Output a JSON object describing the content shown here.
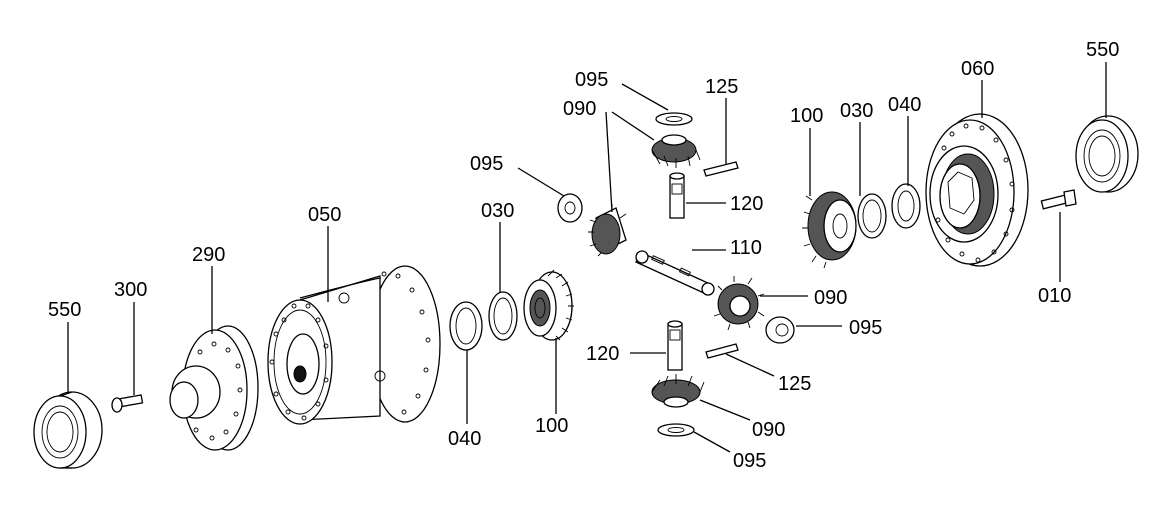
{
  "labels": {
    "l550_left": "550",
    "l300": "300",
    "l290": "290",
    "l050": "050",
    "l030_a": "030",
    "l040_a": "040",
    "l100_a": "100",
    "l095_a": "095",
    "l095_top": "095",
    "l090_top": "090",
    "l125_top": "125",
    "l120_top": "120",
    "l110": "110",
    "l090_right": "090",
    "l095_right": "095",
    "l120_bottom": "120",
    "l125_bottom": "125",
    "l090_bottom": "090",
    "l095_bottom": "095",
    "l100_b": "100",
    "l030_b": "030",
    "l040_b": "040",
    "l060": "060",
    "l550_right": "550",
    "l010": "010"
  }
}
